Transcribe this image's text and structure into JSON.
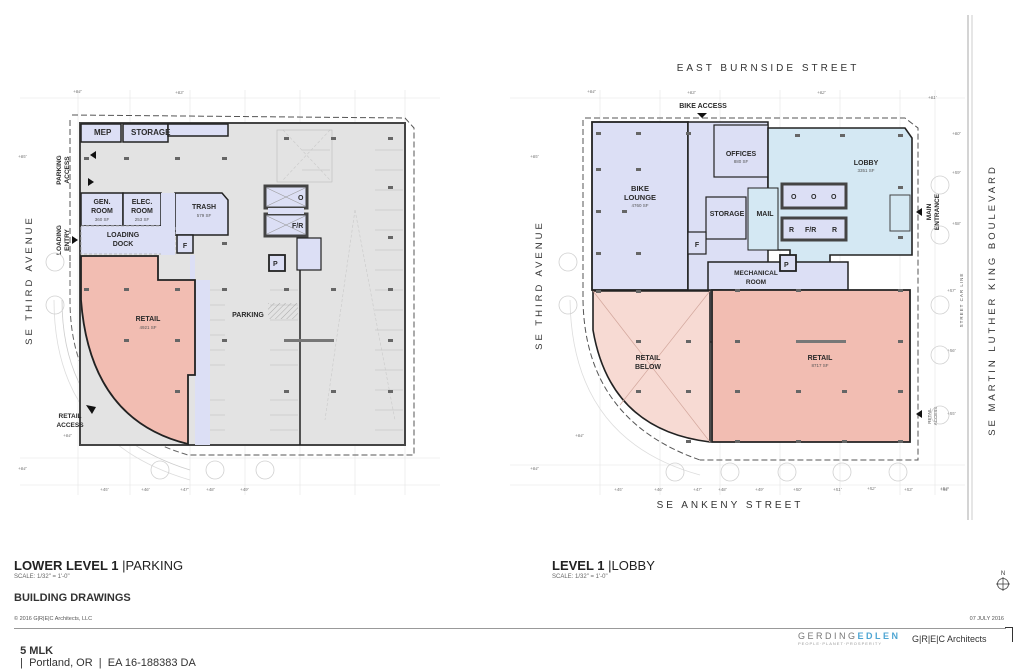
{
  "drawings": {
    "lower_level": {
      "title_bold": "LOWER LEVEL 1",
      "title_sep": "|",
      "title_light": "PARKING",
      "scale": "SCALE: 1/32\" = 1'-0\"",
      "rooms": {
        "mep": "MEP",
        "storage": "STORAGE",
        "gen_room_1": "GEN.",
        "gen_room_2": "ROOM",
        "gen_room_sf": "360 SF",
        "elec_room_1": "ELEC.",
        "elec_room_2": "ROOM",
        "elec_room_sf": "253 SF",
        "trash": "TRASH",
        "trash_sf": "579 SF",
        "loading_dock_1": "LOADING",
        "loading_dock_2": "DOCK",
        "f": "F",
        "retail": "RETAIL",
        "retail_sf": "4921 SF",
        "parking": "PARKING",
        "elev_o": "O",
        "elev_fr": "F/R",
        "p": "P"
      },
      "annotations": {
        "parking_access_1": "PARKING",
        "parking_access_2": "ACCESS",
        "loading_entry_1": "LOADING",
        "loading_entry_2": "ENTRY",
        "retail_access_1": "RETAIL",
        "retail_access_2": "ACCESS",
        "street_west": "SE THIRD AVENUE"
      },
      "elevations": [
        "+64'",
        "+63'",
        "+65'",
        "+64'",
        "+64'",
        "+45'",
        "+46'",
        "+47'",
        "+48'",
        "+49'"
      ]
    },
    "level_1": {
      "title_bold": "LEVEL 1",
      "title_sep": "|",
      "title_light": "LOBBY",
      "scale": "SCALE: 1/32\" = 1'-0\"",
      "rooms": {
        "bike_lounge_1": "BIKE",
        "bike_lounge_2": "LOUNGE",
        "bike_lounge_sf": "4760 SF",
        "offices": "OFFICES",
        "offices_sf": "880 SF",
        "lobby": "LOBBY",
        "lobby_sf": "3351 SF",
        "storage": "STORAGE",
        "mail": "MAIL",
        "f": "F",
        "mechanical_1": "MECHANICAL",
        "mechanical_2": "ROOM",
        "p": "P",
        "retail_below_1": "RETAIL",
        "retail_below_2": "BELOW",
        "retail": "RETAIL",
        "retail_sf": "8717 SF",
        "elev_o": "O",
        "elev_r": "R",
        "elev_fr": "F/R"
      },
      "annotations": {
        "bike_access": "BIKE ACCESS",
        "main_entrance_1": "MAIN",
        "main_entrance_2": "ENTRANCE",
        "retail_access_1": "RETAIL",
        "retail_access_2": "ACCESS",
        "street_car_line": "STREET CAR LINE",
        "street_north": "EAST BURNSIDE STREET",
        "street_south": "SE ANKENY STREET",
        "street_west": "SE THIRD AVENUE",
        "street_east": "SE MARTIN LUTHER KING BOULEVARD"
      },
      "elevations": [
        "+64'",
        "+63'",
        "+62'",
        "+61'",
        "+65'",
        "+60'",
        "+59'",
        "+58'",
        "+57'",
        "+56'",
        "+55'",
        "+54'",
        "+64'",
        "+64'",
        "+45'",
        "+46'",
        "+47'",
        "+48'",
        "+49'",
        "+50'",
        "+51'",
        "+52'",
        "+53'",
        "+54'"
      ]
    }
  },
  "title_block": {
    "section": "BUILDING DRAWINGS",
    "copyright": "© 2016 G|R|E|C Architects, LLC",
    "date": "07 JULY 2016",
    "project_bold": "5 MLK",
    "project_rest": "|  Portland, OR  |  EA 16-188383 DA",
    "north_label": "N",
    "logo_gerding": "GERDING",
    "logo_edlen": "EDLEN",
    "logo_tagline": "PEOPLE·PLANET·PROSPERITY",
    "logo_grec": "G|R|E|C Architects"
  },
  "colors": {
    "service": "#dcdff5",
    "retail": "#f2bdb2",
    "retail_below": "#f7dad3",
    "lobby": "#d4e8f3",
    "parking": "#e3e3e3",
    "wall": "#222222",
    "edlen_blue": "#4fa6d3"
  }
}
